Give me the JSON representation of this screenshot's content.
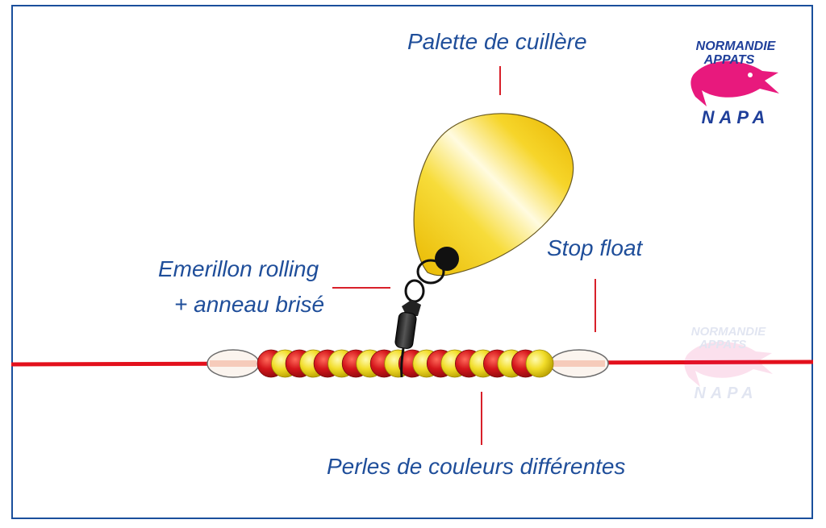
{
  "labels": {
    "palette": "Palette de cuillère",
    "stop_float": "Stop float",
    "emerillon_line1": "Emerillon rolling",
    "emerillon_line2": "+ anneau brisé",
    "perles": "Perles de couleurs différentes"
  },
  "logo": {
    "line1": "NORMANDIE",
    "line2": "APPATS",
    "line3": "NAPA"
  },
  "watermark": {
    "line1": "NORMANDIE",
    "line2": "APPATS",
    "line3": "NAPA"
  },
  "colors": {
    "frame": "#1a4f9c",
    "label_text": "#1f4e9a",
    "leader_line": "#d8202a",
    "fishing_line": "#e3101c",
    "bead_red": "#d21a1a",
    "bead_yellow": "#f4e43a",
    "blade_gold": "#f5d320",
    "logo_pink": "#e8197d",
    "logo_blue": "#1f3f9a"
  },
  "beads": [
    "red",
    "yellow",
    "red",
    "yellow",
    "red",
    "yellow",
    "red",
    "yellow",
    "red",
    "yellow",
    "red",
    "yellow",
    "red",
    "yellow",
    "red",
    "yellow",
    "red",
    "yellow",
    "red",
    "yellow"
  ]
}
